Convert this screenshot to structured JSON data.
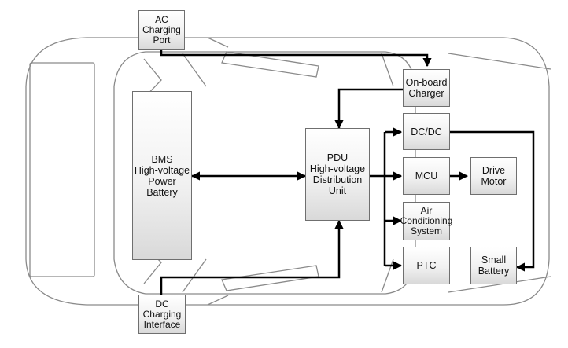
{
  "diagram": {
    "components": {
      "ac_port": "AC\nCharging\nPort",
      "dc_port": "DC\nCharging\nInterface",
      "bms": "BMS\nHigh-voltage\nPower\nBattery",
      "pdu": "PDU\nHigh-voltage\nDistribution\nUnit",
      "obc": "On-board\nCharger",
      "dcdc": "DC/DC",
      "mcu": "MCU",
      "drive_motor": "Drive\nMotor",
      "aircon": "Air\nConditioning\nSystem",
      "ptc": "PTC",
      "small_battery": "Small\nBattery"
    },
    "colors": {
      "line": "#000000",
      "car_outline": "#8a8a8a",
      "box_border": "#6f6f6f",
      "box_fill_top": "#ffffff",
      "box_fill_bottom": "#d9d9d9"
    },
    "connections": [
      {
        "from": "ac_port",
        "to": "obc"
      },
      {
        "from": "obc",
        "to": "pdu"
      },
      {
        "from": "bms",
        "to": "pdu",
        "bidirectional": true
      },
      {
        "from": "pdu",
        "to": "dcdc"
      },
      {
        "from": "pdu",
        "to": "mcu"
      },
      {
        "from": "pdu",
        "to": "aircon"
      },
      {
        "from": "pdu",
        "to": "ptc"
      },
      {
        "from": "mcu",
        "to": "drive_motor"
      },
      {
        "from": "dcdc",
        "to": "small_battery"
      },
      {
        "from": "dc_port",
        "to": "pdu"
      }
    ]
  }
}
